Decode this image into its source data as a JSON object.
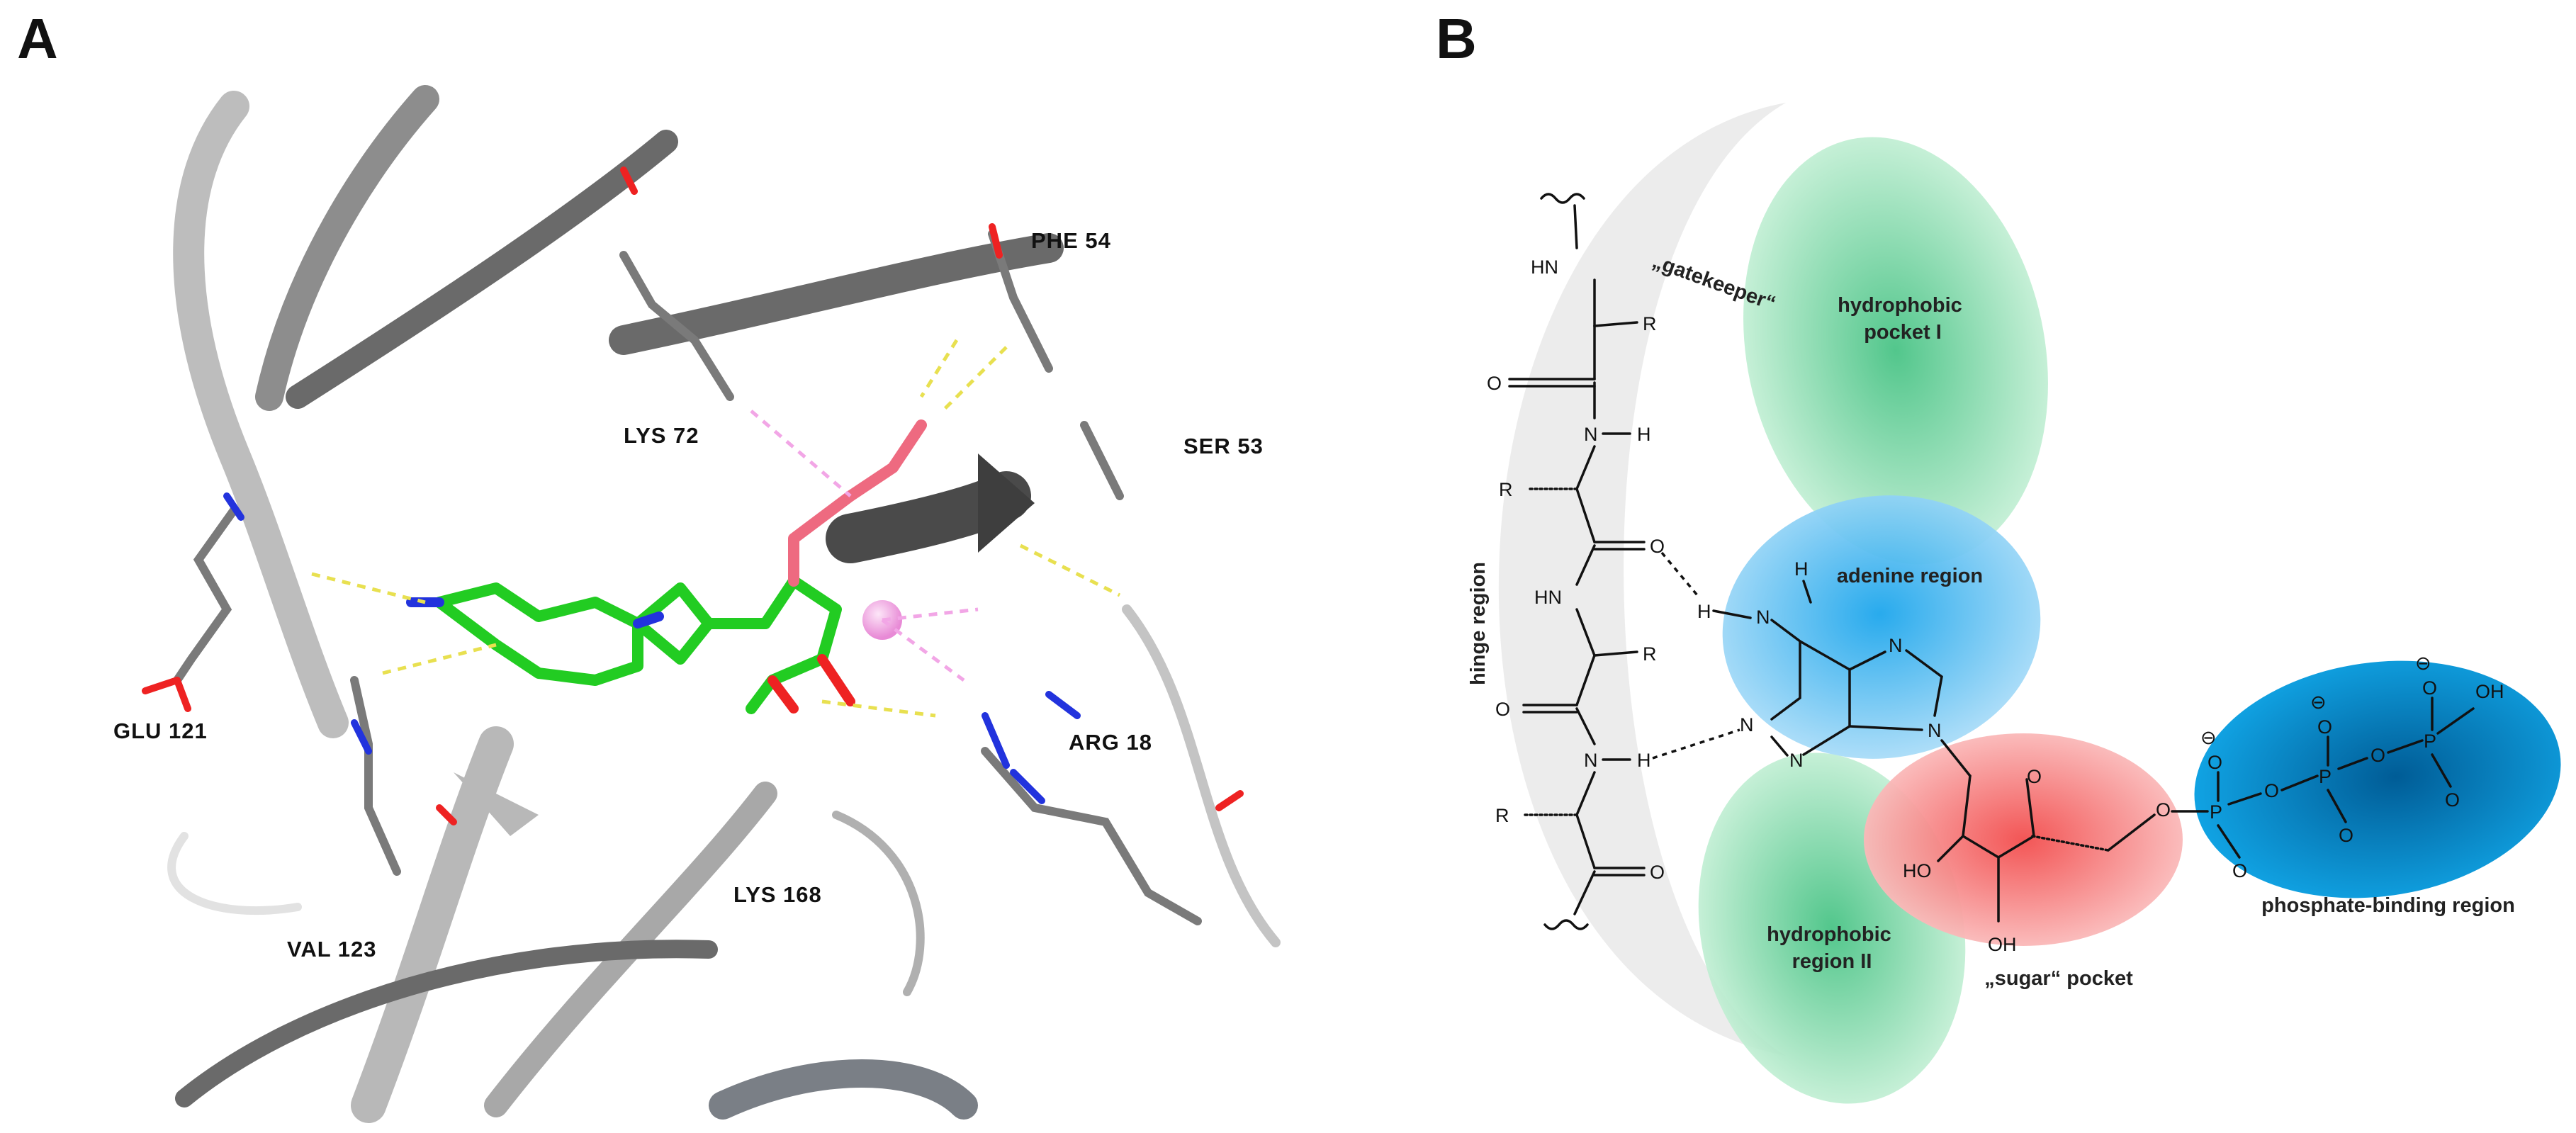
{
  "panels": {
    "a": {
      "letter": "A"
    },
    "b": {
      "letter": "B"
    }
  },
  "residues": {
    "phe54": "PHE 54",
    "lys72": "LYS 72",
    "ser53": "SER 53",
    "glu121": "GLU 121",
    "arg18": "ARG 18",
    "val123": "VAL 123",
    "lys168": "LYS 168"
  },
  "regions": {
    "hydrophobic_pocket_1": [
      "hydrophobic",
      "pocket I"
    ],
    "adenine": "adenine region",
    "hydrophobic_region_2": [
      "hydrophobic",
      "region II"
    ],
    "sugar_pocket": "„sugar“ pocket",
    "phosphate_binding": "phosphate-binding region",
    "hinge": "hinge region",
    "gatekeeper": "„gatekeeper“"
  },
  "atoms": {
    "N": "N",
    "H": "H",
    "O": "O",
    "R": "R",
    "HN": "HN",
    "OH": "OH",
    "HO": "HO",
    "P": "P",
    "minus": "⊖"
  },
  "colors": {
    "ribbon_light": "#c4c4c4",
    "ribbon_mid": "#9a9a9a",
    "ribbon_dark": "#5a5a5a",
    "ligand_carbon": "#22cc22",
    "nitrogen": "#2233dd",
    "oxygen": "#ee2222",
    "magnesium": "#f2a6e6",
    "hbond_yellow": "#e8e050",
    "region_green": "#7fd6a6",
    "region_blue": "#4fb9ee",
    "region_red": "#f46e6e",
    "region_phosphate": "#0a8fd0",
    "hinge_gray": "#e8e8e8"
  }
}
